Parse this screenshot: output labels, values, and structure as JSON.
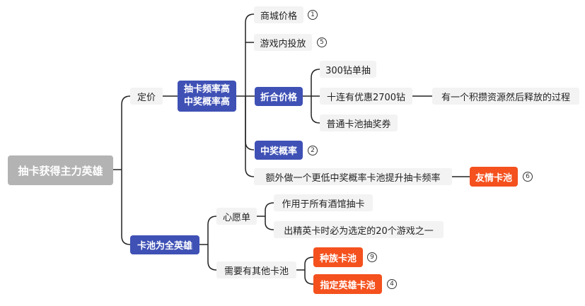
{
  "root": {
    "label": "抽卡获得主力英雄"
  },
  "pricing": {
    "label": "定价",
    "group": {
      "line1": "抽卡频率高",
      "line2": "中奖概率高"
    },
    "items": [
      {
        "label": "商城价格",
        "badge": "1"
      },
      {
        "label": "游戏内投放",
        "badge": "5"
      },
      {
        "label": "折合价格"
      },
      {
        "label": "中奖概率",
        "badge": "2"
      },
      {
        "label": "额外做一个更低中奖概率卡池提升抽卡频率"
      }
    ],
    "discount_items": [
      {
        "label": "300钻单抽"
      },
      {
        "label": "十连有优惠2700钻"
      },
      {
        "label": "普通卡池抽奖券"
      }
    ],
    "discount_note": "有一个积攒资源然后释放的过程",
    "friend_pool": {
      "label": "友情卡池",
      "badge": "6"
    }
  },
  "pool": {
    "label": "卡池为全英雄",
    "wishlist": {
      "label": "心愿单",
      "items": [
        {
          "label": "作用于所有酒馆抽卡"
        },
        {
          "label": "出精英卡时必为选定的20个游戏之一"
        }
      ]
    },
    "other": {
      "label": "需要有其他卡池",
      "items": [
        {
          "label": "种族卡池",
          "badge": "9"
        },
        {
          "label": "指定英雄卡池",
          "badge": "4"
        }
      ]
    }
  },
  "colors": {
    "root": "#b3b3b3",
    "accent_blue": "#3f51b5",
    "accent_orange": "#f4511e",
    "line": "#222222"
  }
}
